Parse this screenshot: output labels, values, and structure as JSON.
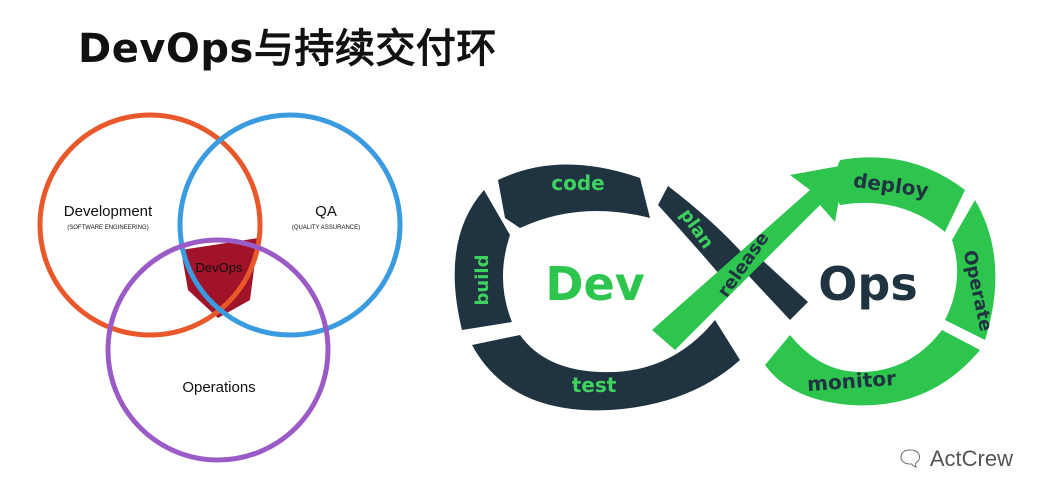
{
  "title": "DevOps与持续交付环",
  "venn": {
    "development": {
      "label": "Development",
      "sublabel": "(SOFTWARE ENGINEERING)"
    },
    "qa": {
      "label": "QA",
      "sublabel": "(QUALITY ASSURANCE)"
    },
    "operations": {
      "label": "Operations"
    },
    "center": "DevOps",
    "colors": {
      "development": "#e8582a",
      "qa": "#3a9be0",
      "operations": "#9a5bc6",
      "center": "#a01328"
    }
  },
  "loop": {
    "dev": "Dev",
    "ops": "Ops",
    "dev_steps": [
      "code",
      "plan",
      "build",
      "test"
    ],
    "ops_steps": [
      "deploy",
      "release",
      "Operate",
      "monitor"
    ],
    "colors": {
      "dark": "#1f3340",
      "green": "#2ec54f",
      "text_light": "#3fd25f",
      "text_dark": "#1f3340"
    }
  },
  "watermark": {
    "icon": "wechat-icon",
    "text": "ActCrew"
  }
}
